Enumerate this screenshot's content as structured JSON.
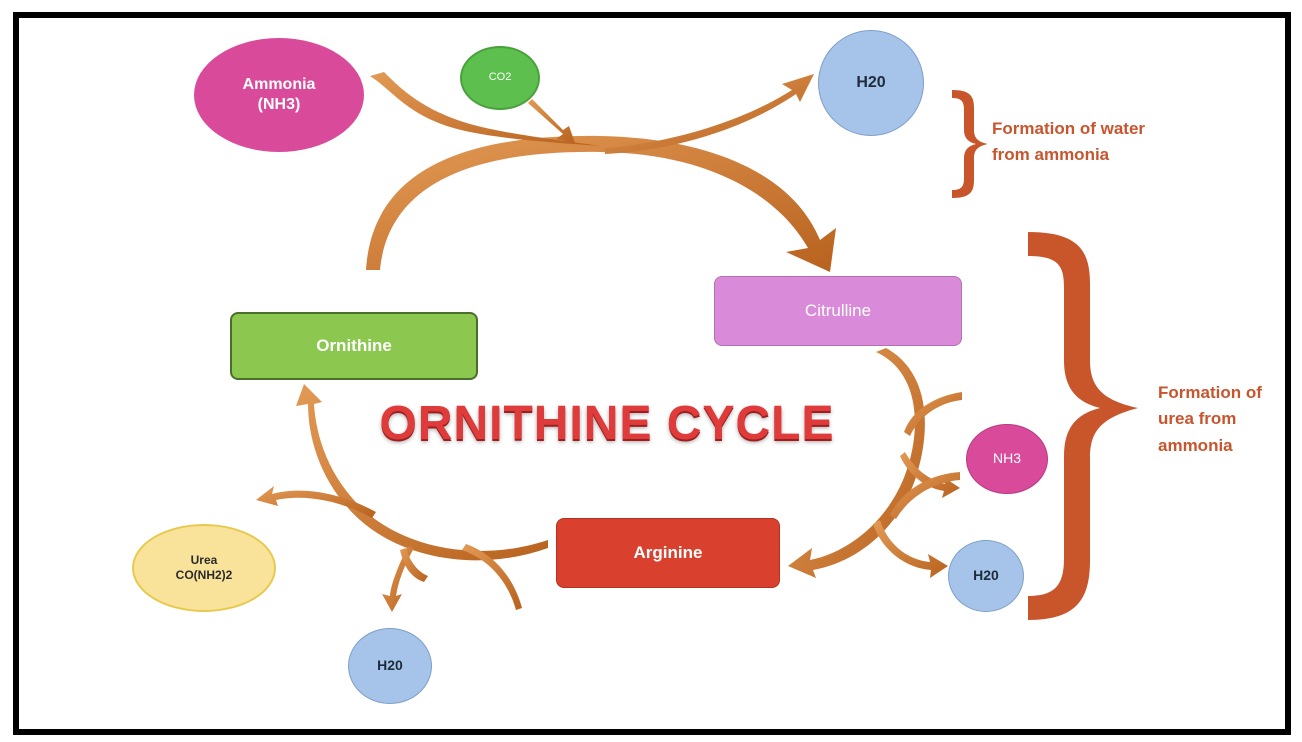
{
  "title": "ORNITHINE CYCLE",
  "nodes": {
    "ammonia": "Ammonia\n(NH3)",
    "co2": "CO2",
    "h2o_top": "H20",
    "citrulline": "Citrulline",
    "ornithine": "Ornithine",
    "nh3_right": "NH3",
    "h2o_right": "H20",
    "arginine": "Arginine",
    "urea": "Urea\nCO(NH2)2",
    "h2o_bottom": "H20"
  },
  "annotations": {
    "water": "Formation of water\nfrom ammonia",
    "urea": "Formation of\nurea from\nammonia"
  },
  "colors": {
    "arrow": "#c96f2a",
    "brace": "#c9552b",
    "ammonia": "#d94a9b",
    "co2": "#5cbf4e",
    "water": "#a6c4ea",
    "citrulline": "#d98ad8",
    "ornithine": "#8cc74f",
    "arginine": "#d9412e",
    "urea": "#f9e39a",
    "title": "#e03b3b"
  }
}
